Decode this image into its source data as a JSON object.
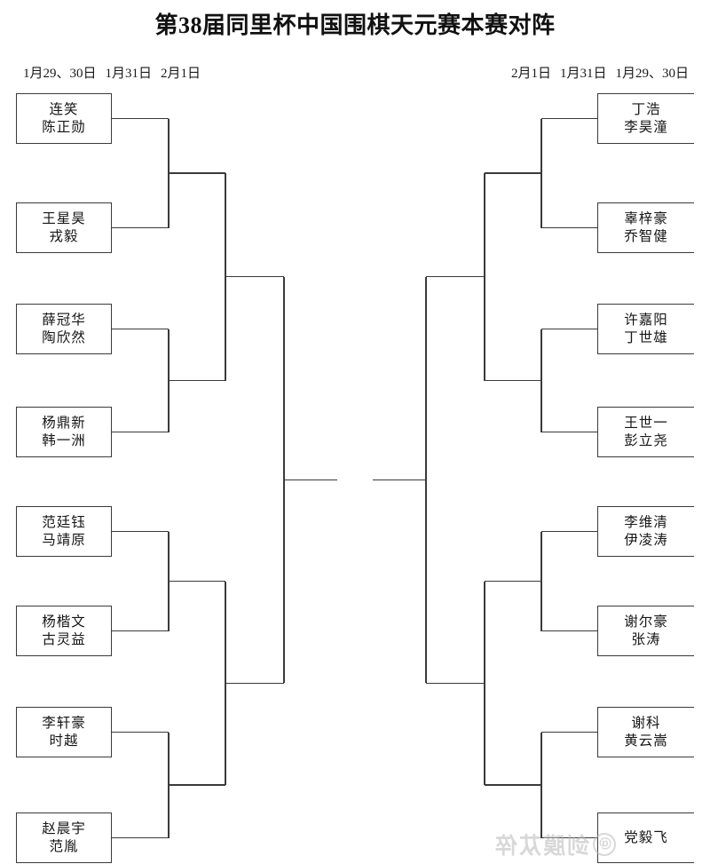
{
  "title": "第38届同里杯中国围棋天元赛本赛对阵",
  "dates": {
    "left": {
      "round1": "1月29、30日",
      "round2": "1月31日",
      "round3": "2月1日"
    },
    "right": {
      "round3": "2月1日",
      "round2": "1月31日",
      "round1": "1月29、30日"
    }
  },
  "bracket": {
    "left": [
      {
        "top": "连笑",
        "bottom": "陈正勋"
      },
      {
        "top": "王星昊",
        "bottom": "戎毅"
      },
      {
        "top": "薛冠华",
        "bottom": "陶欣然"
      },
      {
        "top": "杨鼎新",
        "bottom": "韩一洲"
      },
      {
        "top": "范廷钰",
        "bottom": "马靖原"
      },
      {
        "top": "杨楷文",
        "bottom": "古灵益"
      },
      {
        "top": "李轩豪",
        "bottom": "时越"
      },
      {
        "top": "赵晨宇",
        "bottom": "范胤"
      }
    ],
    "right": [
      {
        "top": "丁浩",
        "bottom": "李昊潼"
      },
      {
        "top": "辜梓豪",
        "bottom": "乔智健"
      },
      {
        "top": "许嘉阳",
        "bottom": "丁世雄"
      },
      {
        "top": "王世一",
        "bottom": "彭立尧"
      },
      {
        "top": "李维清",
        "bottom": "伊凌涛"
      },
      {
        "top": "谢尔豪",
        "bottom": "张涛"
      },
      {
        "top": "谢科",
        "bottom": "黄云嵩"
      },
      {
        "top": "党毅飞",
        "bottom": ""
      }
    ]
  },
  "watermark": {
    "text": "剑膜苁倅",
    "at": "@"
  },
  "colors": {
    "line": "#3a3a3a",
    "text": "#161616",
    "background": "#ffffff",
    "watermark": "#b9b9b9"
  }
}
